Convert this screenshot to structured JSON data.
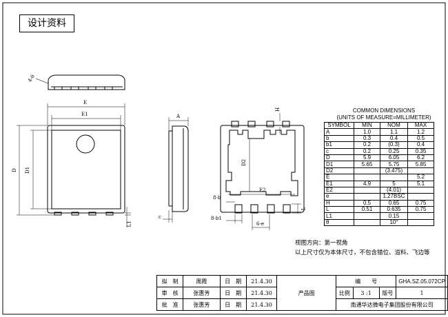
{
  "title_block_label": "设计资料",
  "top_view": {
    "dim_outer": "E",
    "dim_inner": "E1",
    "dim_d": "D",
    "dim_d1": "D1",
    "dim_l1": "L1"
  },
  "side_view_top": {
    "angle": "4-θ"
  },
  "side_view": {
    "dim_a": "A",
    "dim_c": "c"
  },
  "bottom_view": {
    "dim_h": "H",
    "dim_d2": "D2",
    "dim_e2": "E2",
    "dim_l": "L",
    "dim_8b": "8-b",
    "dim_8b1": "8-b1",
    "dim_6e": "6-e"
  },
  "dimensions_table": {
    "title_line1": "COMMON  DIMENSIONS",
    "title_line2": "(UNITS  OF  MEASURE=MILLIMETER)",
    "headers": [
      "SYMBOL",
      "MIN",
      "NOM",
      "MAX"
    ],
    "rows": [
      [
        "A",
        "1.0",
        "1.1",
        "1.2"
      ],
      [
        "b",
        "0.3",
        "0.4",
        "0.5"
      ],
      [
        "b1",
        "0.2",
        "(0.3)",
        "0.4"
      ],
      [
        "c",
        "0.2",
        "0.25",
        "0.35"
      ],
      [
        "D",
        "5.9",
        "6.05",
        "6.2"
      ],
      [
        "D1",
        "5.65",
        "5.75",
        "5.85"
      ],
      [
        "D2",
        "",
        "(3.475)",
        ""
      ],
      [
        "E",
        "",
        "",
        "5.2"
      ],
      [
        "E1",
        "4.9",
        "5",
        "5.1"
      ],
      [
        "E2",
        "",
        "(4.01)",
        ""
      ],
      [
        "e",
        "",
        "1.27BSC",
        ""
      ],
      [
        "H",
        "0.5",
        "0.65",
        "0.75"
      ],
      [
        "L",
        "0.51",
        "0.635",
        "0.75"
      ],
      [
        "L1",
        "",
        "0.15",
        ""
      ],
      [
        "θ",
        "",
        "10°",
        ""
      ]
    ]
  },
  "notes": {
    "line1": "视图方向：第一视角",
    "line2": "以上尺寸仅为本体尺寸，不包含错位、溢料、飞边等"
  },
  "bottom_table": {
    "r1": [
      "拟　制",
      "周霞",
      "日　期",
      "21.4.30"
    ],
    "r2": [
      "审　核",
      "张惠芳",
      "日　期",
      "21.4.30"
    ],
    "r3": [
      "批　准",
      "张惠芳",
      "日　期",
      "21.4.30"
    ],
    "product_label": "产品图",
    "number_label": "编　　号",
    "number_value": "GHA.SZ.05.072CP",
    "scale_label": "比例",
    "scale_value": "3 :1",
    "version_label": "版号",
    "version_value": "1",
    "company": "南通华达微电子集团股份有限公司"
  }
}
